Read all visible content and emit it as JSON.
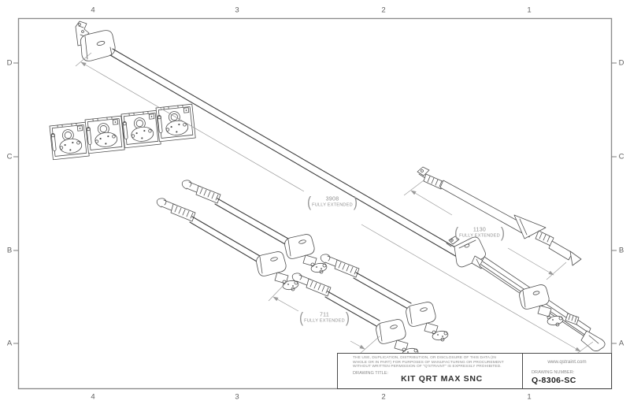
{
  "frame": {
    "grid_cols": [
      "4",
      "3",
      "2",
      "1"
    ],
    "grid_rows": [
      "D",
      "C",
      "B",
      "A"
    ]
  },
  "dimensions": {
    "paren_open": "(",
    "paren_close": ")",
    "long_strap": {
      "value": "3908",
      "qualifier": "FULLY EXTENDED"
    },
    "lap_belt": {
      "value": "1130",
      "qualifier": "FULLY EXTENDED"
    },
    "front_strap": {
      "value": "711",
      "qualifier": "FULLY EXTENDED"
    }
  },
  "title_block": {
    "legal_lines": [
      "THE USE, DUPLICATION, DISTRIBUTION, OR DISCLOSURE OF THIS DATA (IN",
      "WHOLE OR IN PART) FOR PURPOSES OF MANUFACTURING OR PROCUREMENT",
      "WITHOUT WRITTEN PERMISSION OF \"Q'STRAINT\" IS EXPRESSLY PROHIBITED."
    ],
    "drawing_title_label": "DRAWING TITLE:",
    "drawing_title": "KIT QRT MAX SNC",
    "website": "www.qstraint.com",
    "drawing_number_label": "DRAWING NUMBER:",
    "drawing_number": "Q-8306-SC"
  },
  "colors": {
    "line": "#4f4f4f",
    "dimension": "#9a9a9a",
    "frame": "#8c8c8c",
    "title_text": "#2e2e2e"
  }
}
